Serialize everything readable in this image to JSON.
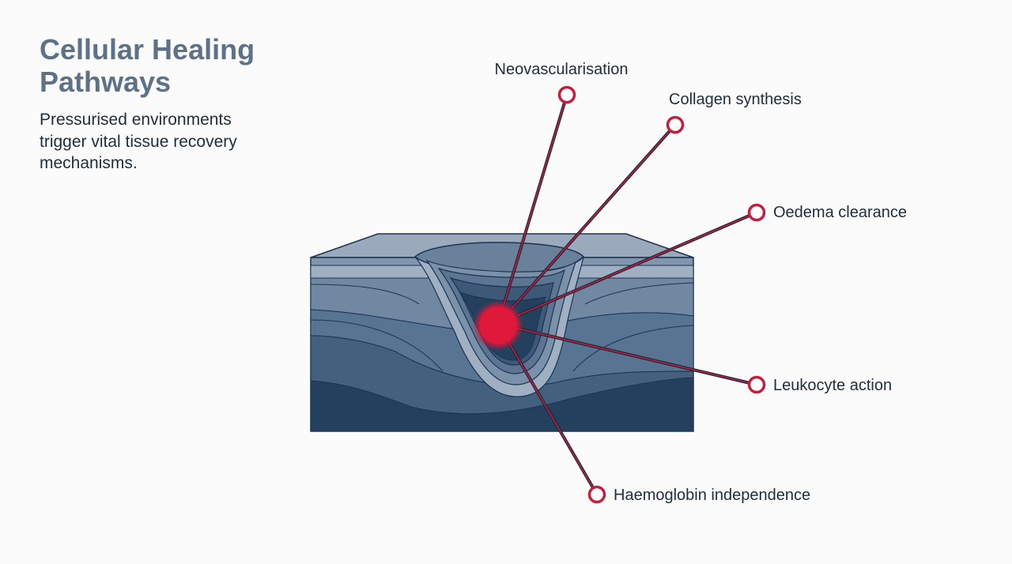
{
  "title": "Cellular Healing Pathways",
  "subtitle": "Pressurised environments trigger vital tissue recovery mechanisms.",
  "colors": {
    "accent": "#d11f3d",
    "title": "#5d7289",
    "text": "#1f2d3d",
    "tissue_dark": "#24405f",
    "tissue_light": "#8fa3b8"
  },
  "callouts": [
    {
      "id": "neovascularisation",
      "label": "Neovascularisation"
    },
    {
      "id": "collagen",
      "label": "Collagen synthesis"
    },
    {
      "id": "oedema",
      "label": "Oedema clearance"
    },
    {
      "id": "leukocyte",
      "label": "Leukocyte action"
    },
    {
      "id": "haemoglobin",
      "label": "Haemoglobin independence"
    }
  ]
}
